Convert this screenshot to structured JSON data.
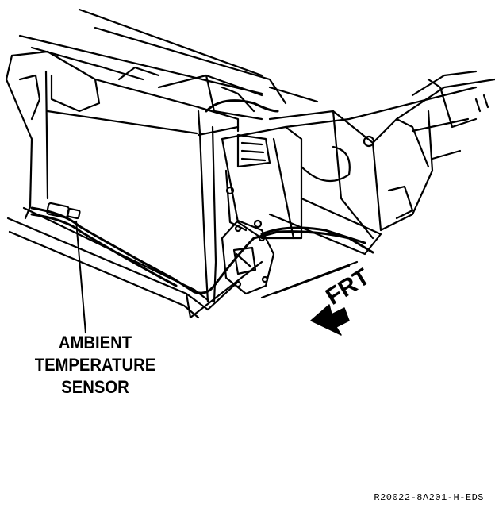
{
  "diagram": {
    "callout_lines": [
      "AMBIENT",
      "TEMPERATURE",
      "SENSOR"
    ],
    "direction_label": "FRT",
    "figure_code": "R20022-8A201-H-EDS"
  },
  "colors": {
    "ink": "#000000",
    "paper": "#ffffff"
  }
}
